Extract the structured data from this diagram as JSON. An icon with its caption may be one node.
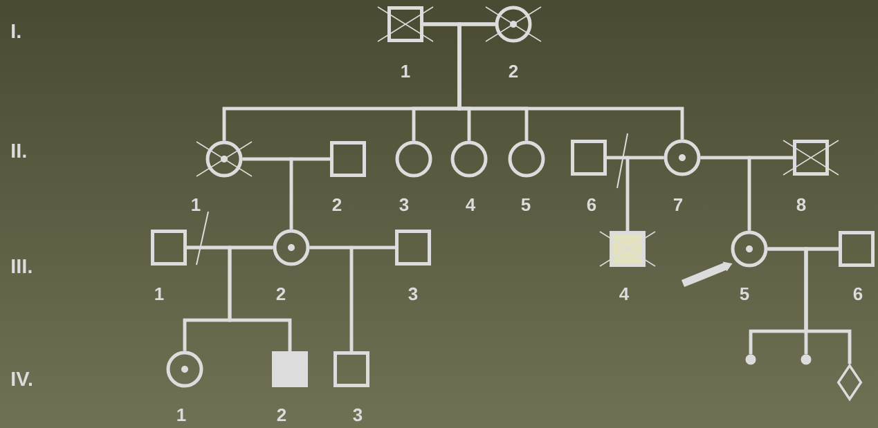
{
  "diagram": {
    "nodes": [
      {
        "text": [],
        "shape": "box",
        "beside": [
          "1"
        ]
      },
      {
        "text": [],
        "shape": "circle",
        "beside": [
          "2"
        ]
      },
      {
        "text": [],
        "shape": "circle",
        "beside": [
          "1"
        ]
      },
      {
        "text": [],
        "shape": "box",
        "beside": [
          "2"
        ]
      },
      {
        "text": [],
        "shape": "circle",
        "beside": [
          "3"
        ]
      },
      {
        "text": [],
        "shape": "circle",
        "beside": [
          "4"
        ]
      },
      {
        "text": [],
        "shape": "circle",
        "beside": [
          "5"
        ]
      },
      {
        "text": [],
        "shape": "box",
        "beside": [
          "6"
        ]
      },
      {
        "text": [],
        "shape": "circle",
        "beside": [
          "7"
        ]
      },
      {
        "text": [],
        "shape": "box",
        "beside": [
          "8"
        ]
      },
      {
        "text": [],
        "shape": "box",
        "beside": [
          "1"
        ]
      },
      {
        "text": [],
        "shape": "circle",
        "beside": [
          "2"
        ]
      },
      {
        "text": [],
        "shape": "box",
        "beside": [
          "3"
        ]
      },
      {
        "text": [],
        "shape": "box",
        "beside": [
          "4"
        ]
      },
      {
        "text": [],
        "shape": "circle",
        "beside": [
          "5"
        ]
      },
      {
        "text": [],
        "shape": "box",
        "beside": [
          "6"
        ]
      },
      {
        "text": [],
        "shape": "circle",
        "beside": [
          "1"
        ]
      },
      {
        "text": [],
        "shape": "box",
        "beside": [
          "2"
        ]
      },
      {
        "text": [],
        "shape": "box",
        "beside": [
          "3"
        ]
      },
      {
        "text": [],
        "shape": "dot"
      },
      {
        "text": [],
        "shape": "dot"
      },
      {
        "text": [],
        "shape": "diamond"
      }
    ],
    "edges": [
      {
        "from": 0,
        "to": 1,
        "arrow": "none"
      },
      {
        "from": 0,
        "to": 2,
        "arrow": "none"
      },
      {
        "from": 1,
        "to": 2,
        "arrow": "none"
      },
      {
        "from": 0,
        "to": 4,
        "arrow": "none"
      },
      {
        "from": 1,
        "to": 4,
        "arrow": "none"
      },
      {
        "from": 0,
        "to": 5,
        "arrow": "none"
      },
      {
        "from": 1,
        "to": 5,
        "arrow": "none"
      },
      {
        "from": 0,
        "to": 6,
        "arrow": "none"
      },
      {
        "from": 1,
        "to": 6,
        "arrow": "none"
      },
      {
        "from": 0,
        "to": 8,
        "arrow": "none"
      },
      {
        "from": 1,
        "to": 8,
        "arrow": "none"
      },
      {
        "from": 2,
        "to": 3,
        "arrow": "none"
      },
      {
        "from": 2,
        "to": 11,
        "arrow": "none"
      },
      {
        "from": 3,
        "to": 11,
        "arrow": "none"
      },
      {
        "from": 7,
        "to": 8,
        "arrow": "none"
      },
      {
        "from": 7,
        "to": 13,
        "arrow": "none"
      },
      {
        "from": 8,
        "to": 13,
        "arrow": "none"
      },
      {
        "from": 8,
        "to": 9,
        "arrow": "none"
      },
      {
        "from": 8,
        "to": 14,
        "arrow": "none"
      },
      {
        "from": 9,
        "to": 14,
        "arrow": "none"
      },
      {
        "from": 10,
        "to": 11,
        "arrow": "none"
      },
      {
        "from": 10,
        "to": 16,
        "arrow": "none"
      },
      {
        "from": 11,
        "to": 16,
        "arrow": "none"
      },
      {
        "from": 10,
        "to": 17,
        "arrow": "none"
      },
      {
        "from": 11,
        "to": 17,
        "arrow": "none"
      },
      {
        "from": 11,
        "to": 12,
        "arrow": "none"
      },
      {
        "from": 11,
        "to": 18,
        "arrow": "none"
      },
      {
        "from": 12,
        "to": 18,
        "arrow": "none"
      },
      {
        "from": 14,
        "to": 15,
        "arrow": "none"
      },
      {
        "from": 14,
        "to": 19,
        "arrow": "none"
      },
      {
        "from": 15,
        "to": 19,
        "arrow": "none"
      },
      {
        "from": 14,
        "to": 20,
        "arrow": "none"
      },
      {
        "from": 15,
        "to": 20,
        "arrow": "none"
      },
      {
        "from": 14,
        "to": 21,
        "arrow": "none"
      },
      {
        "from": 15,
        "to": 21,
        "arrow": "none"
      },
      {
        "from": null,
        "to": 14,
        "arrow": "to",
        "style": "thick"
      }
    ],
    "labels": [
      "I.",
      "II.",
      "III.",
      "IV."
    ]
  }
}
